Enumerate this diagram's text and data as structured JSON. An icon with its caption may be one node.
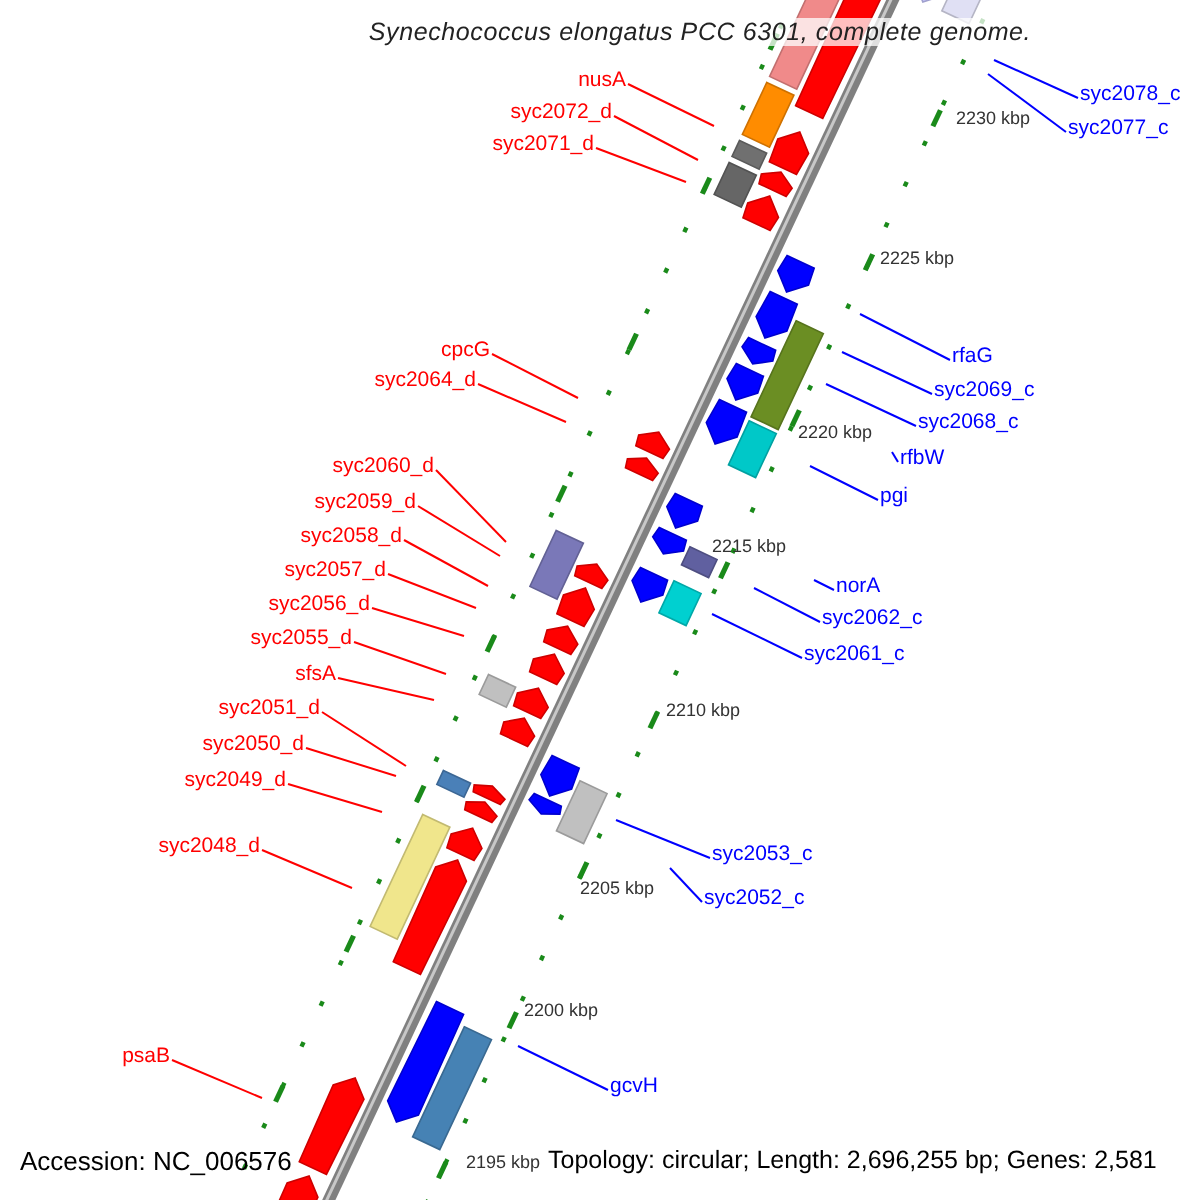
{
  "diagram": {
    "title": "Synechococcus elongatus PCC 6301, complete genome.",
    "nodes": [
      {
        "text": [
          "nusA"
        ]
      },
      {
        "text": [
          "syc2078_c"
        ]
      },
      {
        "text": [
          "syc2072_d"
        ]
      },
      {
        "text": [
          "syc2077_c"
        ]
      },
      {
        "text": [
          "syc2071_d"
        ]
      },
      {
        "text": [
          "cpcG"
        ]
      },
      {
        "text": [
          "rfaG"
        ]
      },
      {
        "text": [
          "syc2064_d"
        ]
      },
      {
        "text": [
          "syc2069_c"
        ]
      },
      {
        "text": [
          "syc2068_c"
        ]
      },
      {
        "text": [
          "rfbW"
        ]
      },
      {
        "text": [
          "syc2060_d"
        ]
      },
      {
        "text": [
          "pgi"
        ]
      },
      {
        "text": [
          "syc2059_d"
        ]
      },
      {
        "text": [
          "syc2058_d"
        ]
      },
      {
        "text": [
          "syc2057_d"
        ]
      },
      {
        "text": [
          "norA"
        ]
      },
      {
        "text": [
          "syc2056_d"
        ]
      },
      {
        "text": [
          "syc2062_c"
        ]
      },
      {
        "text": [
          "syc2055_d"
        ]
      },
      {
        "text": [
          "syc2061_c"
        ]
      },
      {
        "text": [
          "sfsA"
        ]
      },
      {
        "text": [
          "syc2051_d"
        ]
      },
      {
        "text": [
          "syc2050_d"
        ]
      },
      {
        "text": [
          "syc2049_d"
        ]
      },
      {
        "text": [
          "syc2048_d"
        ]
      },
      {
        "text": [
          "syc2053_c"
        ]
      },
      {
        "text": [
          "syc2052_c"
        ]
      },
      {
        "text": [
          "psaB"
        ]
      },
      {
        "text": [
          "gcvH"
        ]
      }
    ],
    "edges": [
      {
        "from": 0,
        "to": null,
        "arrow": "none"
      },
      {
        "from": 1,
        "to": null,
        "arrow": "none",
        "color": "#0000ff"
      },
      {
        "from": 2,
        "to": null,
        "arrow": "none"
      },
      {
        "from": 3,
        "to": null,
        "arrow": "none",
        "color": "#0000ff"
      },
      {
        "from": 4,
        "to": null,
        "arrow": "none"
      },
      {
        "from": 5,
        "to": null,
        "arrow": "none"
      },
      {
        "from": 6,
        "to": null,
        "arrow": "none",
        "color": "#0000ff"
      },
      {
        "from": 7,
        "to": null,
        "arrow": "none"
      },
      {
        "from": 8,
        "to": null,
        "arrow": "none",
        "color": "#0000ff"
      },
      {
        "from": 9,
        "to": null,
        "arrow": "none",
        "color": "#0000ff"
      },
      {
        "from": 10,
        "to": null,
        "arrow": "none",
        "color": "#0000ff"
      },
      {
        "from": 11,
        "to": null,
        "arrow": "none"
      },
      {
        "from": 12,
        "to": null,
        "arrow": "none",
        "color": "#0000ff"
      },
      {
        "from": 13,
        "to": null,
        "arrow": "none"
      },
      {
        "from": 14,
        "to": null,
        "arrow": "none"
      },
      {
        "from": 15,
        "to": null,
        "arrow": "none"
      },
      {
        "from": 16,
        "to": null,
        "arrow": "none",
        "color": "#0000ff"
      },
      {
        "from": 17,
        "to": null,
        "arrow": "none"
      },
      {
        "from": 18,
        "to": null,
        "arrow": "none",
        "color": "#0000ff"
      },
      {
        "from": 19,
        "to": null,
        "arrow": "none"
      },
      {
        "from": 20,
        "to": null,
        "arrow": "none",
        "color": "#0000ff"
      },
      {
        "from": 21,
        "to": null,
        "arrow": "none"
      },
      {
        "from": 22,
        "to": null,
        "arrow": "none"
      },
      {
        "from": 23,
        "to": null,
        "arrow": "none"
      },
      {
        "from": 24,
        "to": null,
        "arrow": "none"
      },
      {
        "from": 25,
        "to": null,
        "arrow": "none"
      },
      {
        "from": 26,
        "to": null,
        "arrow": "none",
        "color": "#0000ff"
      },
      {
        "from": 27,
        "to": null,
        "arrow": "none",
        "color": "#0000ff"
      },
      {
        "from": 28,
        "to": null,
        "arrow": "none"
      },
      {
        "from": 29,
        "to": null,
        "arrow": "none",
        "color": "#0000ff"
      }
    ],
    "labels": [
      "2230 kbp",
      "2225 kbp",
      "2220 kbp",
      "2215 kbp",
      "2210 kbp",
      "2205 kbp",
      "2200 kbp",
      "Accession: NC_006576",
      "2195 kbp",
      "Topology: circular; Length: 2,696,255 bp; Genes: 2,581"
    ]
  }
}
